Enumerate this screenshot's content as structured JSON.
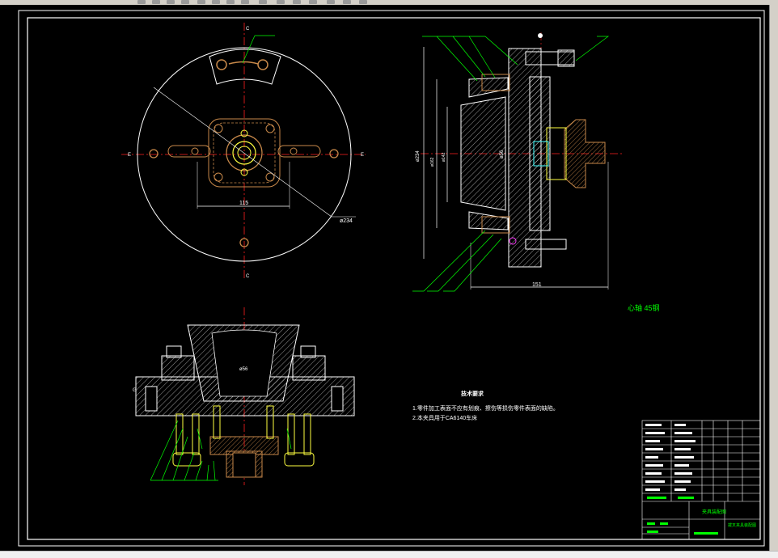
{
  "drawing": {
    "dims": {
      "d234_top": "ø234",
      "d115": "115",
      "d151": "151",
      "d56_right": "ø56",
      "d56_bottom": "ø56",
      "d234_side": "ø234"
    },
    "notes_title": "技术要求",
    "notes": [
      "1.零件加工表面不应有划痕、擦伤等损伤零件表面的缺陷。",
      "2.本夹具用于CA6140车床"
    ],
    "material_label": "心轴  45钢"
  },
  "title_block": {
    "drawing_name": "夹具装配图",
    "company": "拨叉夹具装配图"
  },
  "colors": {
    "line_white": "#ffffff",
    "hatch_orange": "#c8894a",
    "leader_green": "#00ff00",
    "center_red": "#ff2020",
    "part_yellow": "#ffff40",
    "magenta": "#ff40ff",
    "cyan": "#40ffff"
  }
}
